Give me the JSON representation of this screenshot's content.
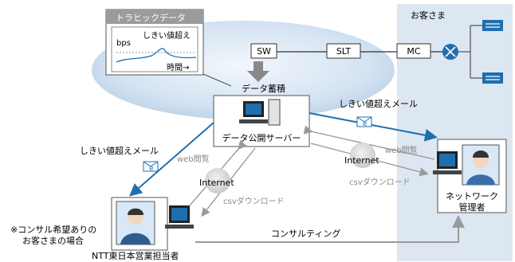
{
  "customer_area": {
    "label": "お客さま",
    "color": "#dde7f2"
  },
  "network": {
    "sw": "SW",
    "slt": "SLT",
    "mc": "MC"
  },
  "traffic_panel": {
    "title": "トラヒックデータ",
    "y_label": "bps",
    "threshold_label": "しきい値超え",
    "x_label": "時間→"
  },
  "server": {
    "accumulate_label": "データ蓄積",
    "name": "データ公開サーバー"
  },
  "mail": {
    "right_label": "しきい値超えメール",
    "left_label": "しきい値超えメール",
    "icon_letter": "e"
  },
  "internet": {
    "right_label": "Internet",
    "left_label": "Internet",
    "right_web": "web閲覧",
    "right_csv": "csvダウンロード",
    "left_web": "web閲覧",
    "left_csv": "csvダウンロード"
  },
  "admin": {
    "label_line1": "ネットワーク",
    "label_line2": "管理者"
  },
  "ntt": {
    "note_line1": "※コンサル希望ありの",
    "note_line2": "お客さまの場合",
    "label": "NTT東日本営業担当者"
  },
  "consulting_label": "コンサルティング",
  "colors": {
    "blue_arrow": "#1e6fb0",
    "gray_arrow": "#9a9a9a",
    "cloud": "#cfe0f1"
  }
}
